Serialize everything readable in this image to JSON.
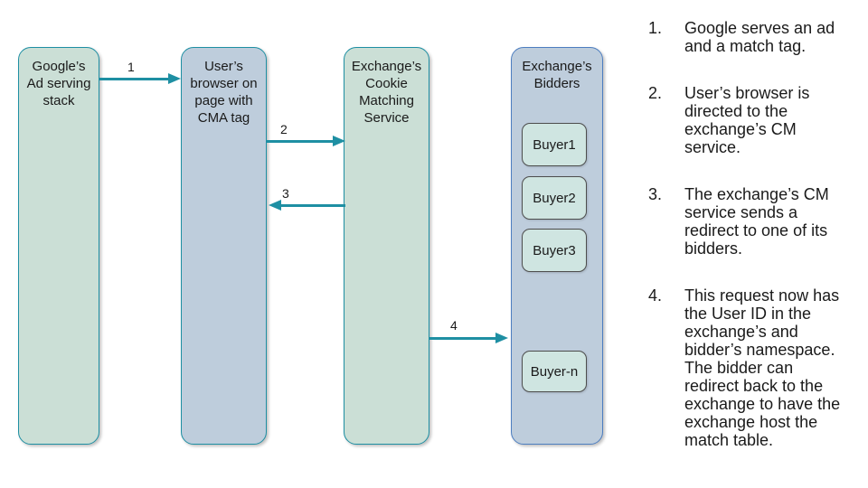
{
  "colors": {
    "teal": "#1E8FA3",
    "green_fill": "#CBDFD6",
    "blue_fill": "#BECDDC",
    "blue_border": "#4D7EC0",
    "buyer_fill": "#CFE5E1",
    "buyer_border": "#4D4D4D",
    "text": "#1A1A1A"
  },
  "diagram": {
    "nodes": {
      "google": {
        "label": "Google’s Ad serving stack"
      },
      "browser": {
        "label": "User’s browser on page with CMA tag"
      },
      "cm_service": {
        "label": "Exchange’s Cookie Matching Service"
      },
      "bidders": {
        "label": "Exchange’s Bidders"
      }
    },
    "buyers": [
      "Buyer1",
      "Buyer2",
      "Buyer3",
      "Buyer-n"
    ],
    "arrows": [
      {
        "label": "1",
        "from": "google",
        "to": "browser",
        "direction": "right"
      },
      {
        "label": "2",
        "from": "browser",
        "to": "cm_service",
        "direction": "right"
      },
      {
        "label": "3",
        "from": "cm_service",
        "to": "browser",
        "direction": "left"
      },
      {
        "label": "4",
        "from": "cm_service",
        "to": "bidders",
        "direction": "right"
      }
    ]
  },
  "steps": [
    {
      "num": "1.",
      "text": "Google serves an ad and a match tag."
    },
    {
      "num": "2.",
      "text": "User’s browser is directed to the exchange’s CM service."
    },
    {
      "num": "3.",
      "text": "The exchange’s CM service sends a redirect to one of its bidders."
    },
    {
      "num": "4.",
      "text": "This request now has the User ID in the exchange’s and bidder’s namespace. The bidder can redirect back to the exchange to have the exchange host the match table."
    }
  ]
}
